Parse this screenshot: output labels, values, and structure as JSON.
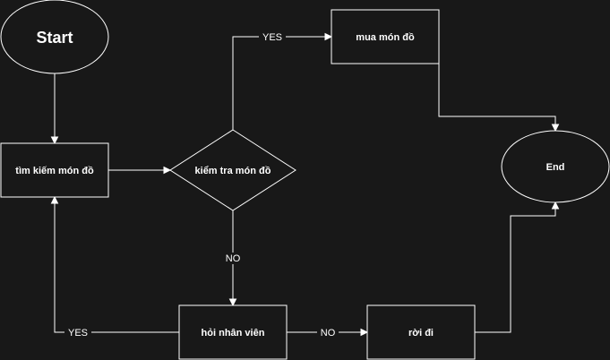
{
  "diagram": {
    "nodes": {
      "start": "Start",
      "search": "tìm kiếm món đồ",
      "check": "kiểm tra món đồ",
      "buy": "mua món đồ",
      "end": "End",
      "ask": "hỏi nhân viên",
      "leave": "rời đi"
    },
    "edges": {
      "check_to_buy": "YES",
      "check_to_ask": "NO",
      "ask_to_search": "YES",
      "ask_to_leave": "NO"
    }
  }
}
